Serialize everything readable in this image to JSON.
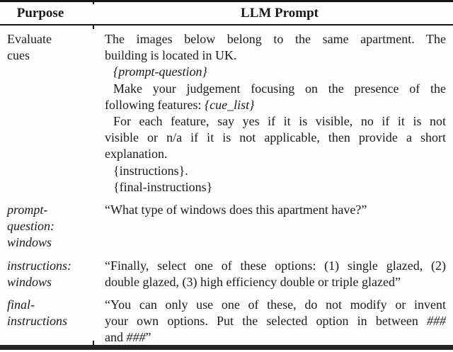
{
  "header": {
    "col1": "Purpose",
    "col2": "LLM Prompt"
  },
  "rows": [
    {
      "purpose": {
        "lines": [
          "Evaluate",
          "cues"
        ],
        "italic": false
      },
      "prompt": {
        "lines": [
          {
            "justify": true,
            "indent": false,
            "segs": [
              {
                "t": "The images below belong to the same apartment. The"
              }
            ]
          },
          {
            "justify": false,
            "indent": false,
            "segs": [
              {
                "t": "building is located in UK."
              }
            ]
          },
          {
            "justify": false,
            "indent": true,
            "segs": [
              {
                "t": "{prompt-question}",
                "i": true
              }
            ]
          },
          {
            "justify": true,
            "indent": true,
            "segs": [
              {
                "t": "Make your judgement focusing on the presence of the"
              }
            ]
          },
          {
            "justify": false,
            "indent": false,
            "segs": [
              {
                "t": "following features: "
              },
              {
                "t": "{cue_list}",
                "i": true
              }
            ]
          },
          {
            "justify": true,
            "indent": true,
            "segs": [
              {
                "t": "For each feature, say yes if it is visible, no if it is not"
              }
            ]
          },
          {
            "justify": true,
            "indent": false,
            "segs": [
              {
                "t": "visible or n/a if it is not applicable, then provide a short"
              }
            ]
          },
          {
            "justify": false,
            "indent": false,
            "segs": [
              {
                "t": "explanation."
              }
            ]
          },
          {
            "justify": false,
            "indent": true,
            "segs": [
              {
                "t": "{instructions}."
              }
            ]
          },
          {
            "justify": false,
            "indent": true,
            "segs": [
              {
                "t": "{final-instructions}"
              }
            ]
          }
        ]
      }
    },
    {
      "purpose": {
        "lines": [
          "prompt-",
          "question:",
          "windows"
        ],
        "italic": true
      },
      "prompt": {
        "lines": [
          {
            "justify": false,
            "indent": false,
            "segs": [
              {
                "t": "“What type of windows does this apartment have?”"
              }
            ]
          }
        ]
      }
    },
    {
      "purpose": {
        "lines": [
          "instructions:",
          "windows"
        ],
        "italic": true
      },
      "prompt": {
        "lines": [
          {
            "justify": true,
            "indent": false,
            "segs": [
              {
                "t": "“Finally, select one of these options: (1) single glazed, (2)"
              }
            ]
          },
          {
            "justify": false,
            "indent": false,
            "segs": [
              {
                "t": "double glazed, (3) high efficiency double or triple glazed”"
              }
            ]
          }
        ]
      }
    },
    {
      "purpose": {
        "lines": [
          "final-",
          "instructions"
        ],
        "italic": true
      },
      "prompt": {
        "lines": [
          {
            "justify": true,
            "indent": false,
            "segs": [
              {
                "t": "“You can only use one of these, do not modify or invent"
              }
            ]
          },
          {
            "justify": true,
            "indent": false,
            "segs": [
              {
                "t": "your own options. Put the selected option in between "
              },
              {
                "t": "###",
                "i": true
              }
            ]
          },
          {
            "justify": false,
            "indent": false,
            "segs": [
              {
                "t": "and "
              },
              {
                "t": "###",
                "i": true
              },
              {
                "t": "”"
              }
            ]
          }
        ]
      }
    }
  ]
}
